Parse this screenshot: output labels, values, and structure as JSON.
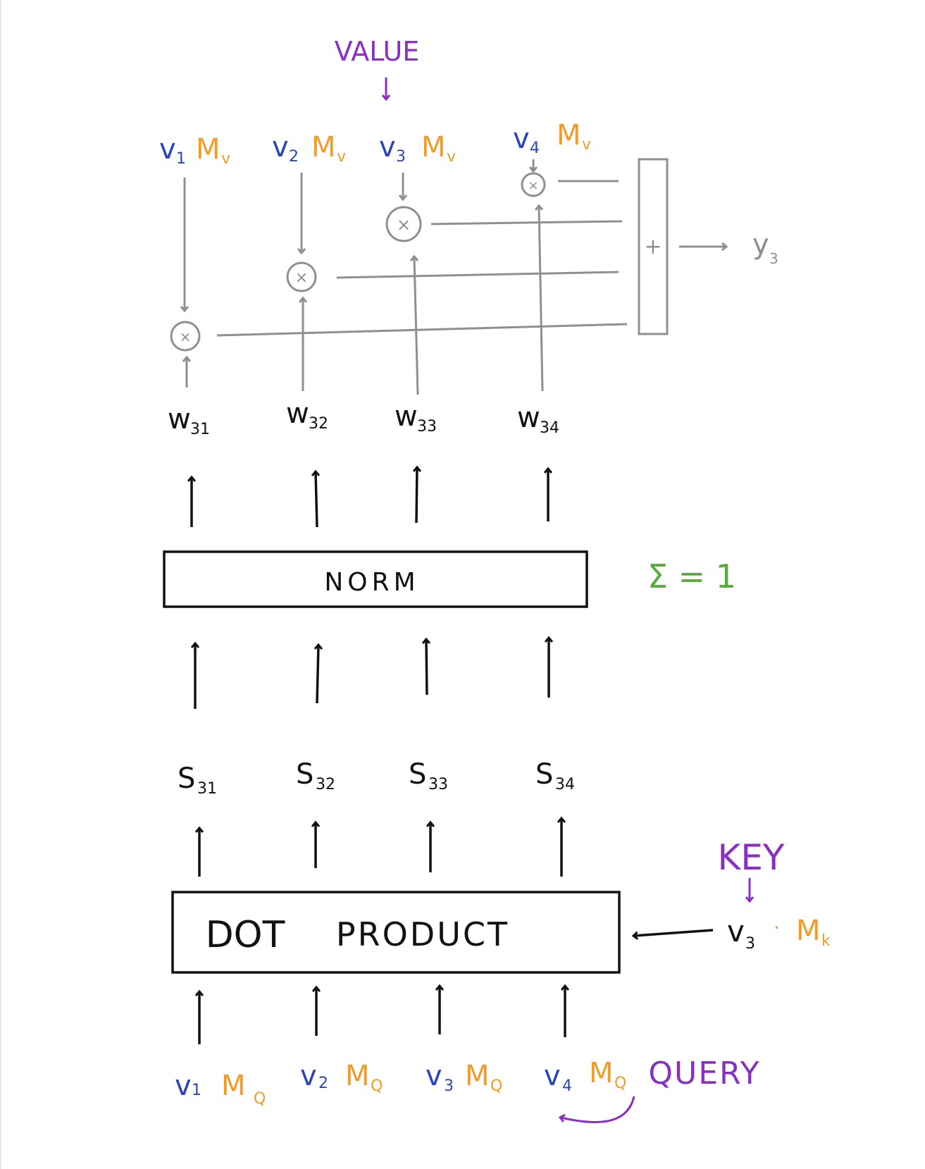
{
  "annotations": {
    "value": "VALUE",
    "key": "KEY",
    "query": "QUERY",
    "sum_constraint": "Σ = 1"
  },
  "blocks": {
    "norm": "NORM",
    "dot": "DOT",
    "product": "PRODUCT",
    "sum": "+"
  },
  "value_inputs": [
    {
      "v": "v",
      "sub": "1",
      "m": "M",
      "msub": "v"
    },
    {
      "v": "v",
      "sub": "2",
      "m": "M",
      "msub": "v"
    },
    {
      "v": "v",
      "sub": "3",
      "m": "M",
      "msub": "v"
    },
    {
      "v": "v",
      "sub": "4",
      "m": "M",
      "msub": "v"
    }
  ],
  "weights": [
    {
      "w": "w",
      "sub": "31"
    },
    {
      "w": "w",
      "sub": "32"
    },
    {
      "w": "w",
      "sub": "33"
    },
    {
      "w": "w",
      "sub": "34"
    }
  ],
  "scores": [
    {
      "s": "S",
      "sub": "31"
    },
    {
      "s": "S",
      "sub": "32"
    },
    {
      "s": "S",
      "sub": "33"
    },
    {
      "s": "S",
      "sub": "34"
    }
  ],
  "query_inputs": [
    {
      "v": "v",
      "sub": "1",
      "m": "M",
      "msub": "Q"
    },
    {
      "v": "v",
      "sub": "2",
      "m": "M",
      "msub": "Q"
    },
    {
      "v": "v",
      "sub": "3",
      "m": "M",
      "msub": "Q"
    },
    {
      "v": "v",
      "sub": "4",
      "m": "M",
      "msub": "Q"
    }
  ],
  "key_input": {
    "v": "v",
    "sub": "3",
    "dot": "·",
    "m": "M",
    "msub": "k"
  },
  "output": {
    "y": "y",
    "sub": "3"
  },
  "multiply_symbol": "×",
  "colors": {
    "black": "#111111",
    "blue": "#2a45b5",
    "orange": "#f29b25",
    "purple": "#8a2fc4",
    "green": "#5aab3c",
    "gray": "#8f8f8f"
  }
}
